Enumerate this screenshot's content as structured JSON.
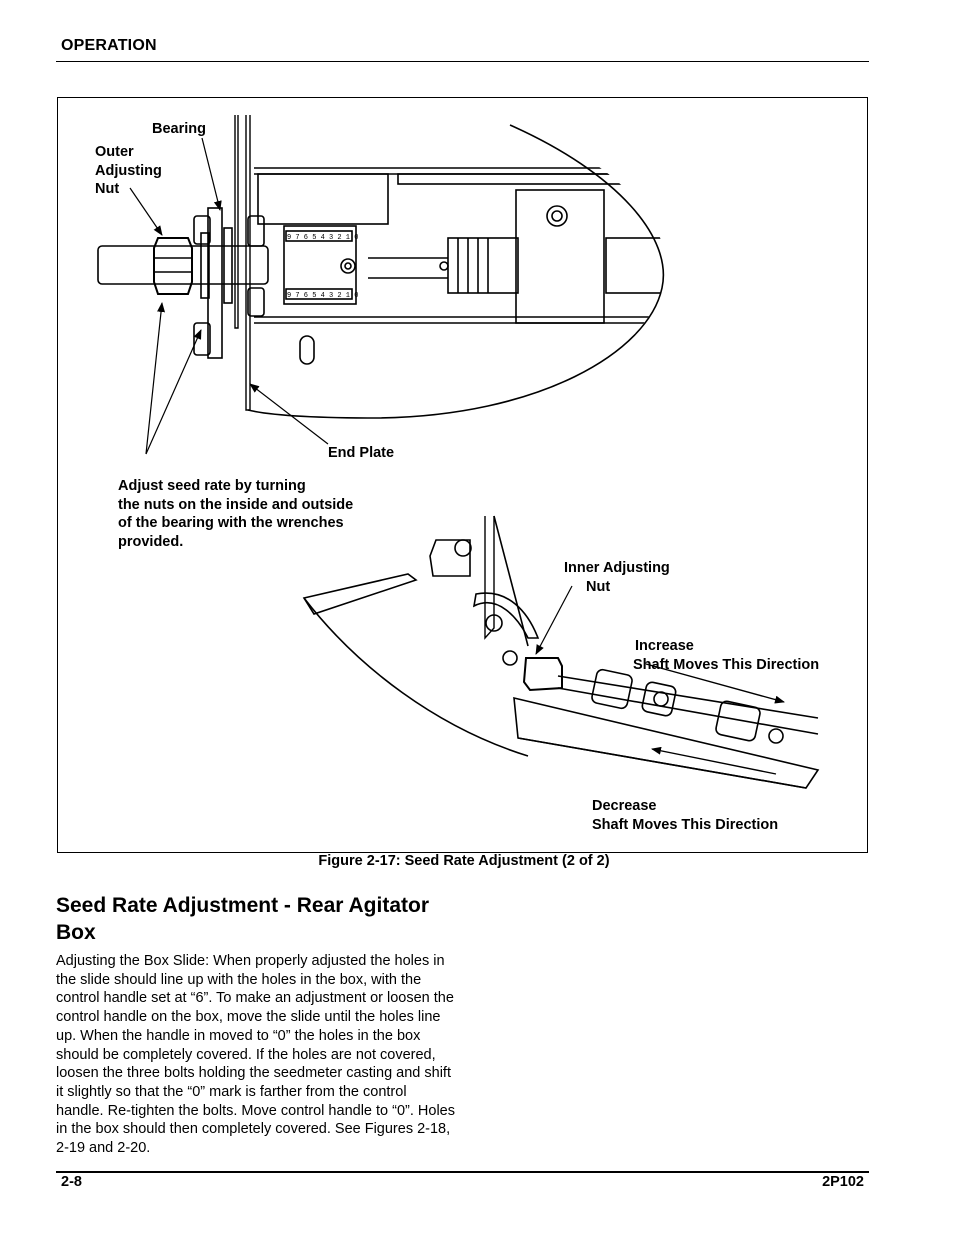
{
  "header": {
    "section": "OPERATION"
  },
  "figure": {
    "labels": {
      "bearing": "Bearing",
      "outer_nut": [
        "Outer",
        "Adjusting",
        "Nut"
      ],
      "end_plate": "End Plate",
      "instruction": [
        "Adjust seed rate by turning",
        "the nuts on the inside and outside",
        "of the bearing with the wrenches",
        "provided."
      ],
      "inner_nut": [
        "Inner Adjusting",
        "Nut"
      ],
      "increase": [
        "Increase",
        "Shaft Moves This Direction"
      ],
      "decrease": [
        "Decrease",
        "Shaft Moves This Direction"
      ],
      "scale_digits": "9 7 6 5 4 3 2 1 0"
    },
    "caption": "Figure 2-17:  Seed Rate Adjustment (2 of 2)"
  },
  "section": {
    "heading": "Seed Rate Adjustment - Rear Agitator Box",
    "body": "Adjusting the Box Slide: When properly adjusted the holes in the slide should line up with the holes in the box, with the control handle set at “6”. To make an adjustment or loosen the control handle on the box, move the slide until the holes line up. When the handle in moved to “0” the holes in the box should be completely covered. If the holes are not covered, loosen the three bolts holding the seedmeter casting and shift it slightly so that the “0” mark is farther from the control handle. Re-tighten the bolts. Move control handle to “0”. Holes in the box should then completely covered. See Figures 2-18, 2-19 and 2-20."
  },
  "footer": {
    "page": "2-8",
    "doc": "2P102"
  }
}
